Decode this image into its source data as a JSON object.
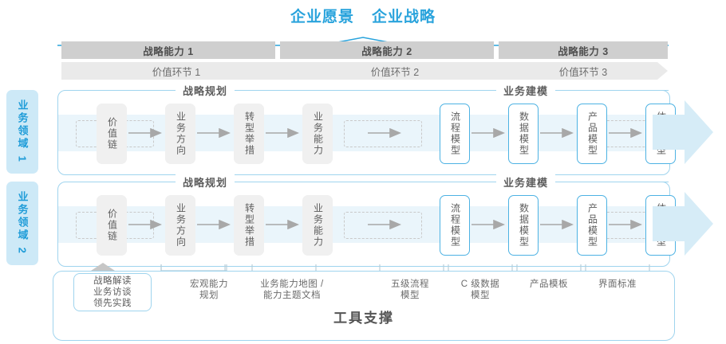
{
  "header": {
    "vision": "企业愿景",
    "strategy": "企业战略"
  },
  "capabilities": [
    {
      "label": "战略能力 1"
    },
    {
      "label": "战略能力 2"
    },
    {
      "label": "战略能力 3"
    }
  ],
  "value_stages": [
    {
      "label": "价值环节 1"
    },
    {
      "label": "价值环节 2"
    },
    {
      "label": "价值环节 3"
    }
  ],
  "domains": [
    {
      "label": "业务领域 1"
    },
    {
      "label": "业务领域 2"
    }
  ],
  "sections": {
    "planning": "战略规划",
    "modeling": "业务建模"
  },
  "nodes": {
    "planning": [
      "价值链",
      "业务方向",
      "转型举措",
      "业务能力"
    ],
    "modeling": [
      "流程模型",
      "数据模型",
      "产品模型",
      "体验模型"
    ]
  },
  "tools": {
    "title": "工具支撑",
    "card": [
      "战略解读",
      "业务访谈",
      "领先实践"
    ],
    "items": [
      {
        "label": "宏观能力\n规划"
      },
      {
        "label": "业务能力地图 /\n能力主题文档"
      },
      {
        "label": "五级流程\n模型"
      },
      {
        "label": "C 级数据\n模型"
      },
      {
        "label": "产品模板"
      },
      {
        "label": "界面标准"
      }
    ]
  },
  "colors": {
    "accent": "#29a3dc",
    "accent_light": "#9fd4ee",
    "band": "#eaf5fb",
    "bar_dark": "#cfcfcf",
    "bar_light": "#eaeaea",
    "node_gray": "#f0f0f0",
    "text": "#5d5d5d"
  }
}
